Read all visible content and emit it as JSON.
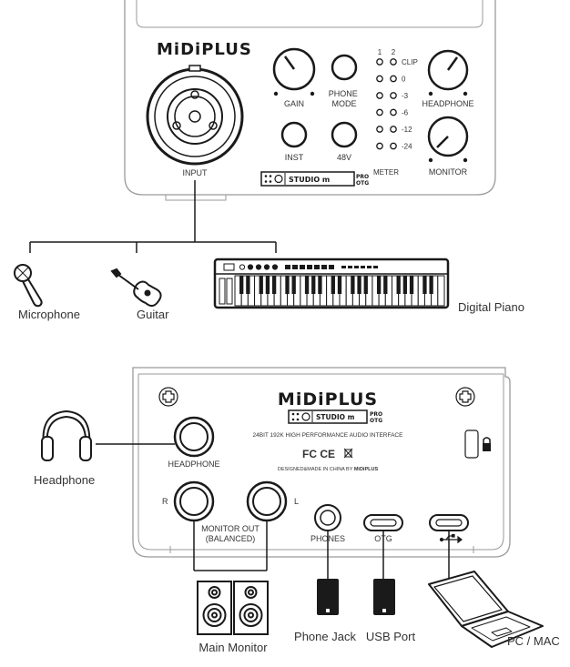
{
  "front_panel": {
    "brand": "MiDiPLUS",
    "knobs": {
      "gain": "GAIN",
      "phone_mode": "PHONE\nMODE",
      "inst": "INST",
      "phantom": "48V",
      "headphone": "HEADPHONE",
      "monitor": "MONITOR"
    },
    "input_label": "INPUT",
    "meter": {
      "channels": [
        "1",
        "2"
      ],
      "levels": [
        "CLIP",
        "0",
        "-3",
        "-6",
        "-12",
        "-24"
      ],
      "label": "METER"
    },
    "badge": {
      "name": "STUDIO m",
      "suffix_top": "PRO",
      "suffix_bottom": "OTG"
    }
  },
  "input_sources": [
    {
      "label": "Microphone",
      "icon": "microphone-icon"
    },
    {
      "label": "Guitar",
      "icon": "guitar-icon"
    },
    {
      "label": "Digital Piano",
      "icon": "keyboard-icon"
    }
  ],
  "rear_panel": {
    "brand": "MiDiPLUS",
    "badge": {
      "name": "STUDIO m",
      "suffix_top": "PRO",
      "suffix_bottom": "OTG"
    },
    "subtitle": "24BIT 192K HIGH PERFORMANCE AUDIO INTERFACE",
    "certs": "FC CE",
    "made_in": "DESIGNED&MADE IN CHINA BY",
    "made_in_brand": "MiDiPLUS",
    "headphone_label": "HEADPHONE",
    "monitor_out": "MONITOR OUT",
    "monitor_out_sub": "(BALANCED)",
    "ch_r": "R",
    "ch_l": "L",
    "phones_label": "PHONES",
    "otg_label": "OTG",
    "usb_symbol": "usb-icon"
  },
  "outputs": [
    {
      "label": "Headphone",
      "icon": "headphone-icon"
    },
    {
      "label": "Main Monitor",
      "icon": "speaker-icon"
    },
    {
      "label": "Phone Jack",
      "icon": "phone-icon"
    },
    {
      "label": "USB Port",
      "icon": "phone-icon"
    },
    {
      "label": "PC / MAC",
      "icon": "laptop-icon"
    }
  ]
}
